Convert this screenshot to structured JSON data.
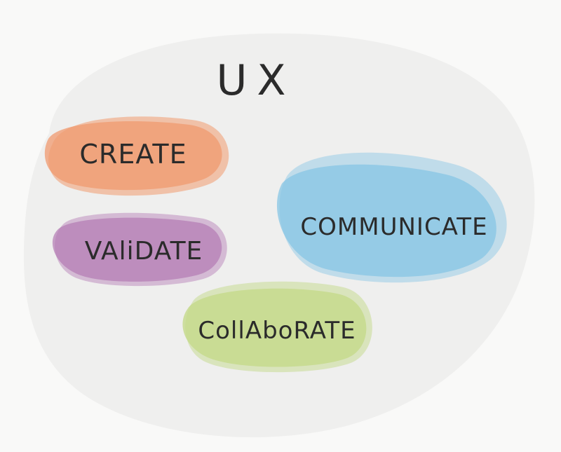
{
  "diagram": {
    "title": "UX",
    "colors": {
      "background": "#f9f9f8",
      "container": "#efefee",
      "create": "#f09a6f",
      "validate": "#b47ab3",
      "communicate": "#87c6e4",
      "collaborate": "#c4d98a",
      "ink": "#2b2b2b"
    },
    "bubbles": [
      {
        "id": "create",
        "label": "CREATE"
      },
      {
        "id": "validate",
        "label": "VAliDATE"
      },
      {
        "id": "communicate",
        "label": "COMMUNICATE"
      },
      {
        "id": "collaborate",
        "label": "CollAboRATE"
      }
    ]
  }
}
